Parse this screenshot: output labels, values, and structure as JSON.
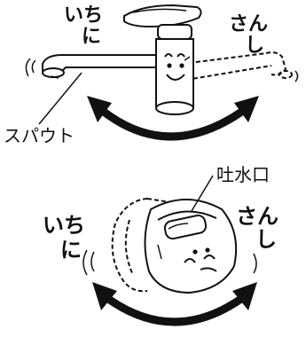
{
  "top_illustration": {
    "left_position_label_line1": "いち",
    "left_position_label_line2": "に",
    "right_position_label_line1": "さん",
    "right_position_label_line2": "し",
    "spout_label": "スパウト"
  },
  "bottom_illustration": {
    "left_position_label_line1": "いち",
    "left_position_label_line2": "に",
    "right_position_label_line1": "さん",
    "right_position_label_line2": "し",
    "outlet_label": "吐水口"
  },
  "colors": {
    "ink": "#111111",
    "background": "#ffffff"
  }
}
